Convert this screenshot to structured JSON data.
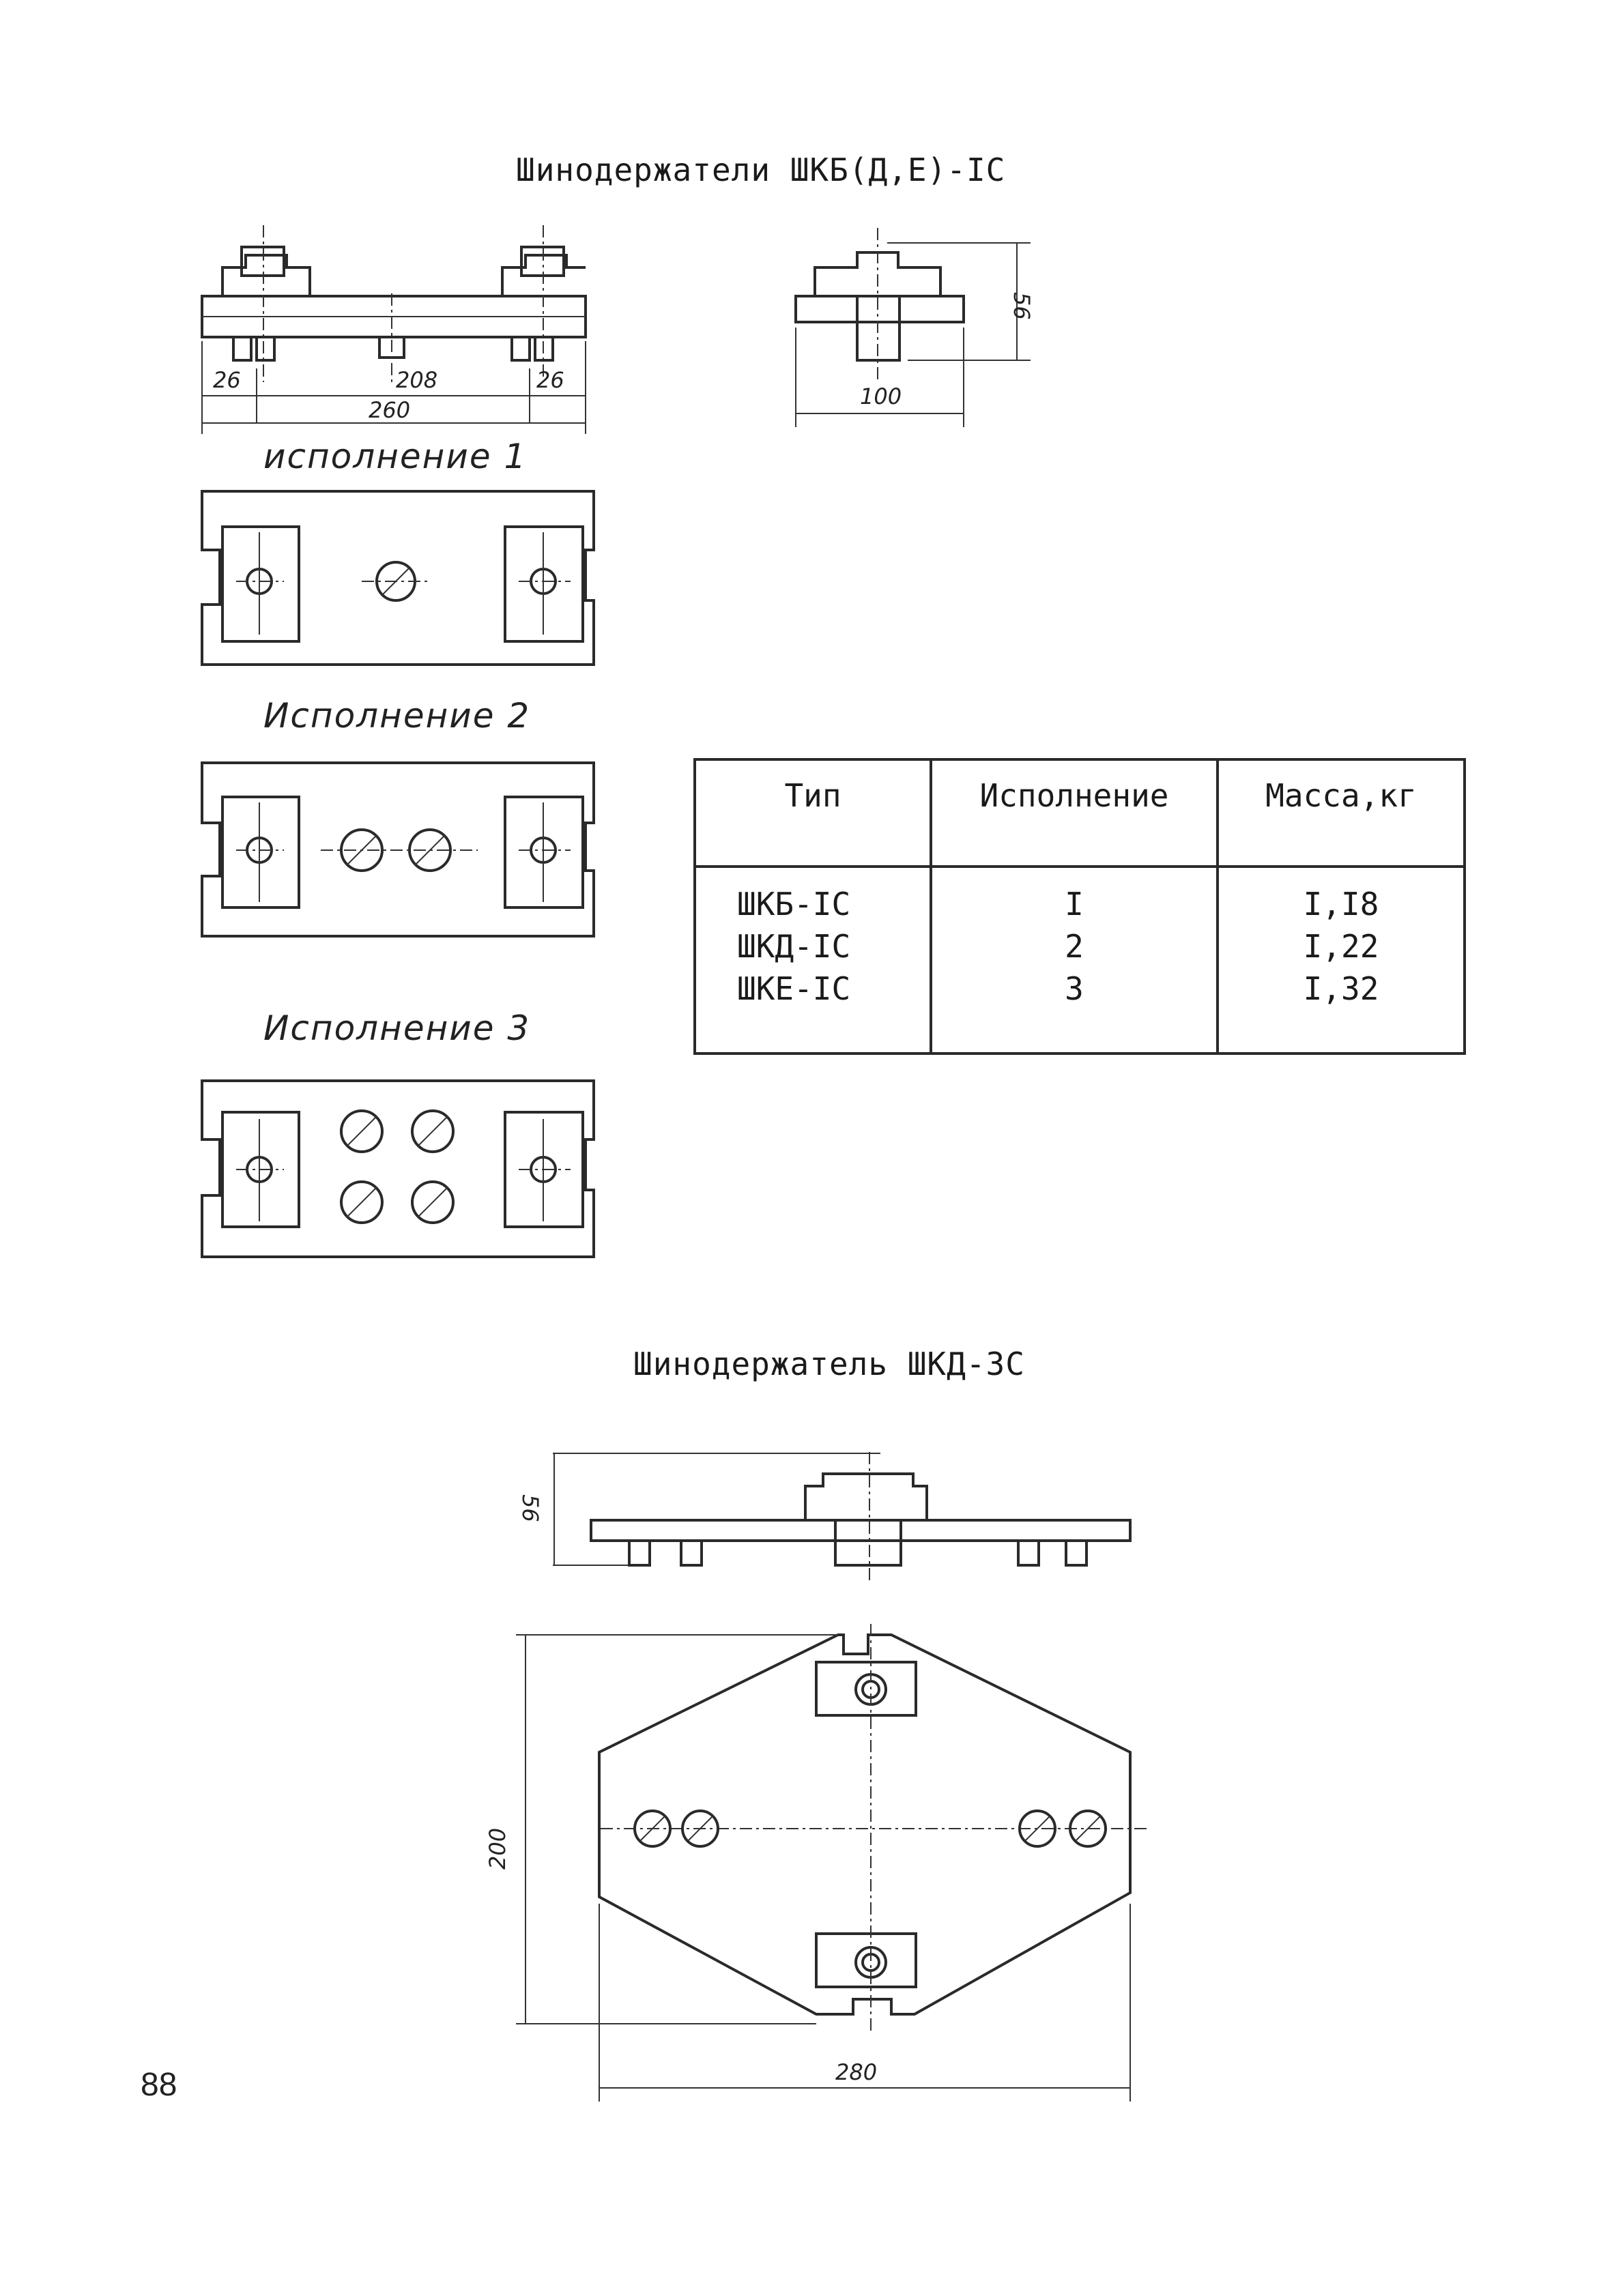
{
  "title_top": "Шинодержатели ШКБ(Д,Е)-IС",
  "title_bottom": "Шинодержатель ШКД-3С",
  "variants": {
    "v1": "исполнение 1",
    "v2": "Исполнение 2",
    "v3": "Исполнение 3"
  },
  "dimensions": {
    "side_left": "26",
    "side_mid": "208",
    "side_right": "26",
    "overall": "260",
    "end_height": "56",
    "end_width": "100",
    "bottom_height": "56",
    "plan_height": "200",
    "plan_width": "280"
  },
  "table": {
    "headers": [
      "Тип",
      "Исполнение",
      "Масса,кг"
    ],
    "rows": [
      {
        "type": "ШКБ-IС",
        "variant": "I",
        "mass": "I,I8"
      },
      {
        "type": "ШКД-IС",
        "variant": "2",
        "mass": "I,22"
      },
      {
        "type": "ШКЕ-IС",
        "variant": "3",
        "mass": "I,32"
      }
    ]
  },
  "page_number": "88"
}
